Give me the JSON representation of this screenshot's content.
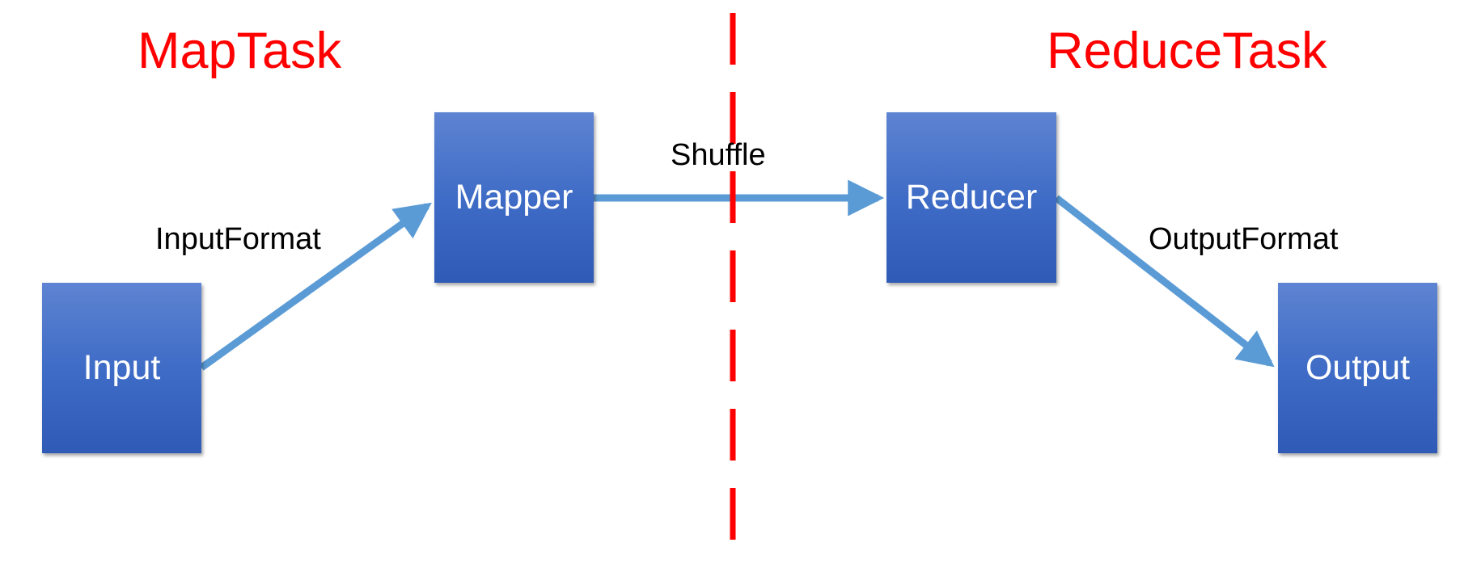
{
  "titles": {
    "map_task": "MapTask",
    "reduce_task": "ReduceTask"
  },
  "nodes": {
    "input": "Input",
    "mapper": "Mapper",
    "reducer": "Reducer",
    "output": "Output"
  },
  "edges": {
    "input_to_mapper": "InputFormat",
    "mapper_to_reducer": "Shuffle",
    "reducer_to_output": "OutputFormat"
  },
  "colors": {
    "title": "#ff0000",
    "divider": "#ff0000",
    "node_fill": "#4472c4",
    "arrow": "#5b9bd5",
    "label": "#000000"
  }
}
